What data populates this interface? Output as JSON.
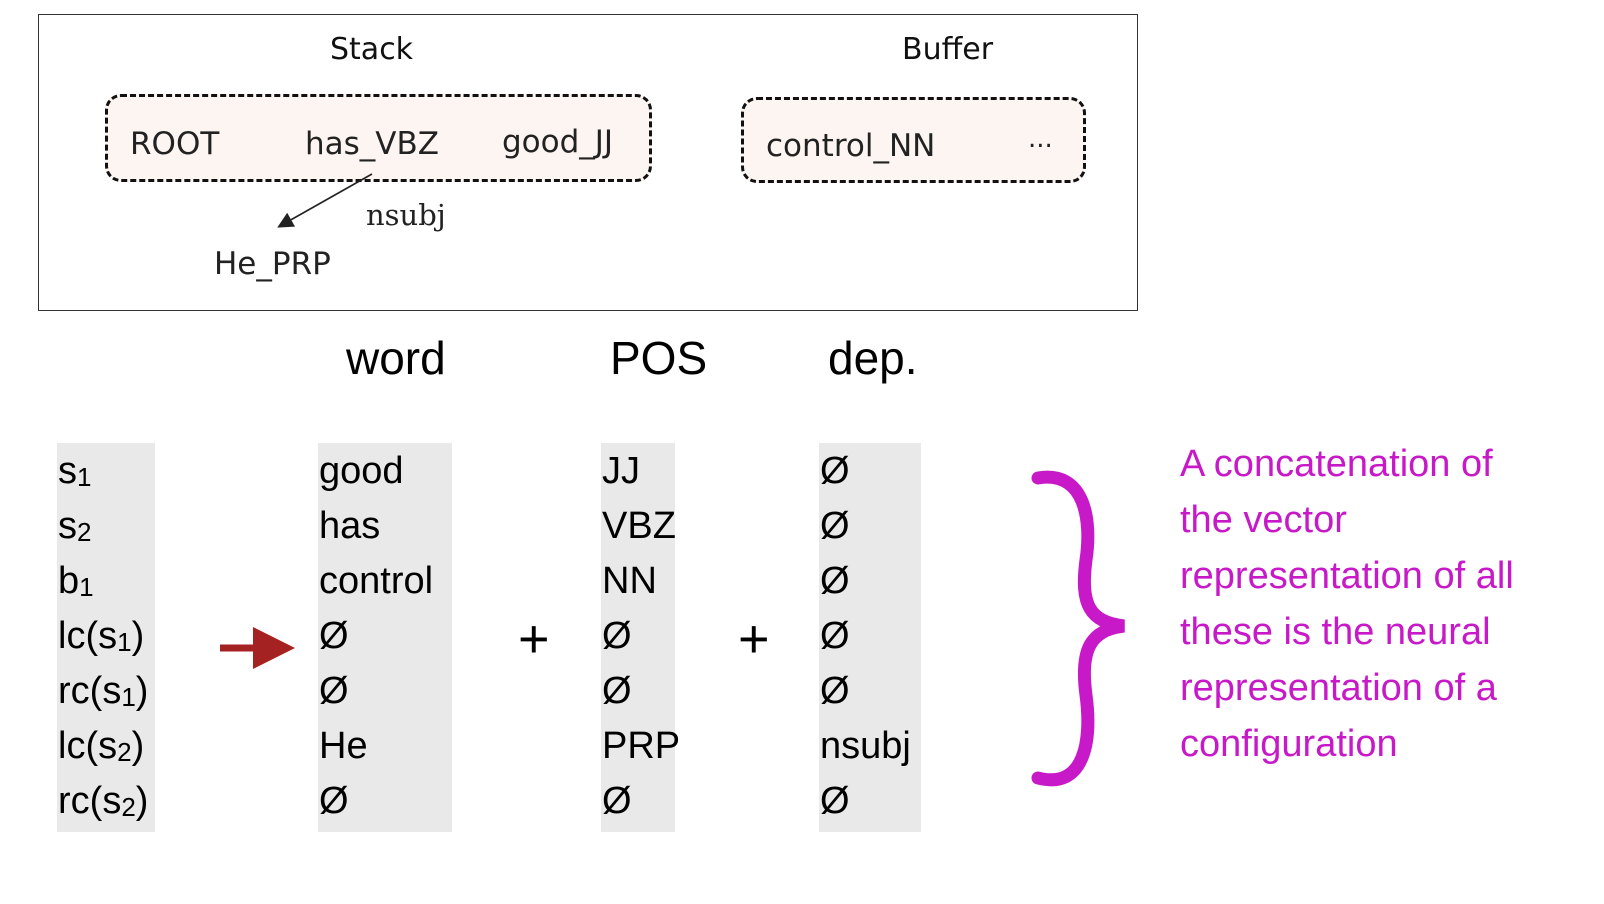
{
  "config": {
    "stack_title": "Stack",
    "buffer_title": "Buffer",
    "stack_items": [
      "ROOT",
      "has_VBZ",
      "good_JJ"
    ],
    "buffer_items": [
      "control_NN",
      "..."
    ],
    "dependent": "He_PRP",
    "arc_label": "nsubj"
  },
  "headers": {
    "word": "word",
    "pos": "POS",
    "dep": "dep."
  },
  "features": {
    "labels": [
      "s1",
      "s2",
      "b1",
      "lc(s1)",
      "rc(s1)",
      "lc(s2)",
      "rc(s2)"
    ],
    "word": [
      "good",
      "has",
      "control",
      "Ø",
      "Ø",
      "He",
      "Ø"
    ],
    "pos": [
      "JJ",
      "VBZ",
      "NN",
      "Ø",
      "Ø",
      "PRP",
      "Ø"
    ],
    "dep": [
      "Ø",
      "Ø",
      "Ø",
      "Ø",
      "Ø",
      "nsubj",
      "Ø"
    ]
  },
  "operators": {
    "plus": "+"
  },
  "caption": "A concatenation of the vector representation of all these is the neural representation of a configuration",
  "colors": {
    "caption": "#c819c8",
    "arrow": "#a52222",
    "column_bg": "#e9e9e9"
  }
}
